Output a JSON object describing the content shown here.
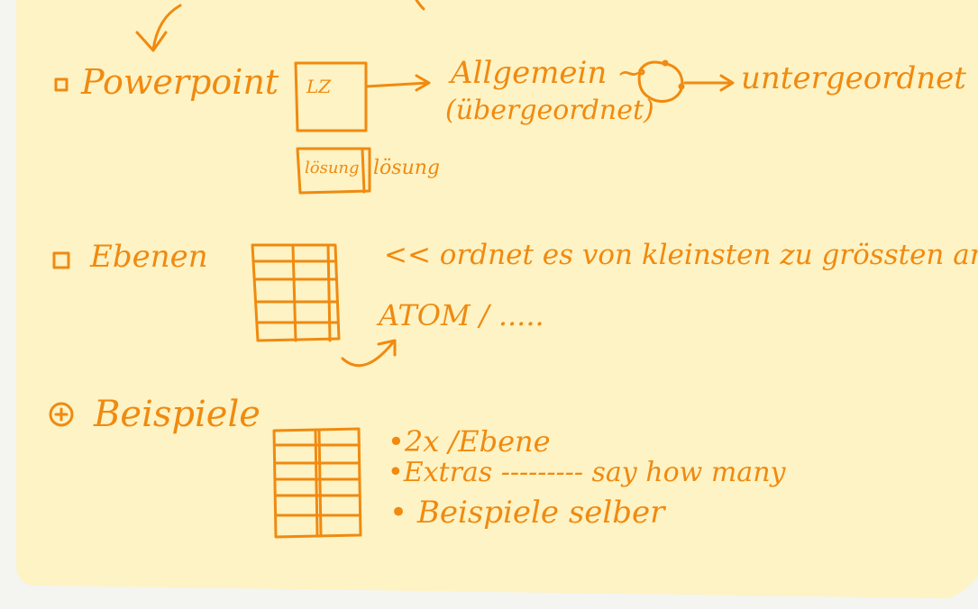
{
  "colors": {
    "paper": "#fdf3c4",
    "ink": "#f08a10",
    "background": "#f4f4f1"
  },
  "icons": [
    "checkbox-icon",
    "plus-circle-icon",
    "arrow-icon",
    "table-sketch-icon",
    "cloud-sketch-icon"
  ],
  "sections": {
    "powerpoint": {
      "label": "Powerpoint",
      "box_label": "LZ",
      "flow_label": "Allgemein ~",
      "flow_sublabel": "(übergeordnet)",
      "flow_target": "untergeordnet",
      "small_box_label": "lösung",
      "small_box_note": "lösung"
    },
    "ebenen": {
      "label": "Ebenen",
      "note": "<< ordnet es von kleinsten zu grössten an)",
      "atom_label": "ATOM / ....."
    },
    "beispiele": {
      "label": "Beispiele",
      "items": [
        "•2x /Ebene",
        "•Extras --------- say how many",
        "• Beispiele selber"
      ]
    }
  }
}
